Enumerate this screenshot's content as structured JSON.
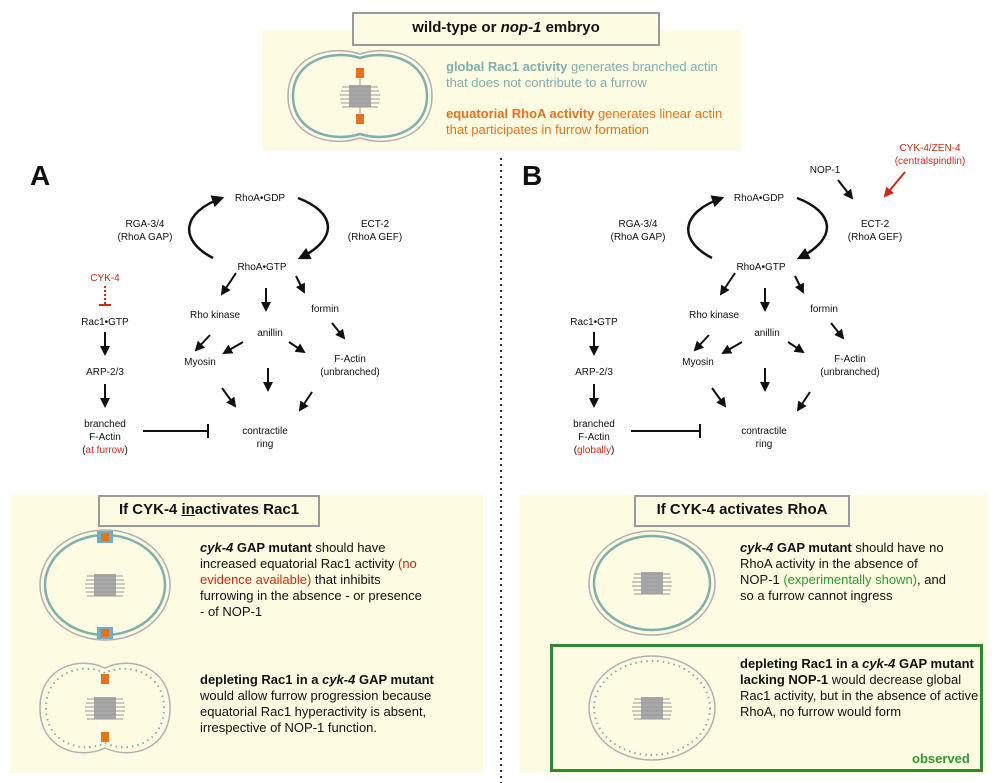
{
  "top": {
    "title_pre": "wild-type or ",
    "title_gene": "nop-1",
    "title_post": " embryo",
    "rac_bold": "global Rac1 activity",
    "rac_rest": " generates branched actin that does not contribute to a furrow",
    "rho_bold": "equatorial RhoA activity",
    "rho_rest": " generates linear actin that participates in furrow formation"
  },
  "panelA": {
    "letter": "A",
    "rhoa_gdp": "RhoA•GDP",
    "rhoa_gtp": "RhoA•GTP",
    "gap_name": "RGA-3/4",
    "gap_sub": "(RhoA GAP)",
    "gef_name": "ECT-2",
    "gef_sub": "(RhoA GEF)",
    "cyk4": "CYK-4",
    "rac1gtp": "Rac1•GTP",
    "arp": "ARP-2/3",
    "branched1": "branched",
    "branched2": "F-Actin",
    "branched_open": "(",
    "branched_loc": "at furrow",
    "branched_close": ")",
    "rho_kinase": "Rho kinase",
    "anillin": "anillin",
    "formin": "formin",
    "myosin": "Myosin",
    "factin1": "F-Actin",
    "factin2": "(unbranched)",
    "ring1": "contractile",
    "ring2": "ring"
  },
  "panelB": {
    "letter": "B",
    "nop1": "NOP-1",
    "cyk4zen": "CYK-4/ZEN-4",
    "centralspindlin": "(centralspindlin)",
    "rhoa_gdp": "RhoA•GDP",
    "rhoa_gtp": "RhoA•GTP",
    "gap_name": "RGA-3/4",
    "gap_sub": "(RhoA GAP)",
    "gef_name": "ECT-2",
    "gef_sub": "(RhoA GEF)",
    "rac1gtp": "Rac1•GTP",
    "arp": "ARP-2/3",
    "branched1": "branched",
    "branched2": "F-Actin",
    "branched_open": "(",
    "branched_loc": "globally",
    "branched_close": ")",
    "rho_kinase": "Rho kinase",
    "anillin": "anillin",
    "formin": "formin",
    "myosin": "Myosin",
    "factin1": "F-Actin",
    "factin2": "(unbranched)",
    "ring1": "contractile",
    "ring2": "ring"
  },
  "bottomA": {
    "title_pre": "If CYK-4 ",
    "title_u": "in",
    "title_post": "activates Rac1",
    "t1_gene": "cyk-4",
    "t1_bold": " GAP mutant",
    "t1_a": " should have increased equatorial Rac1 activity ",
    "t1_red": "(no evidence available)",
    "t1_b": " that inhibits furrowing in the absence - or presence - of NOP-1",
    "t2_bold_a": "depleting Rac1 in a ",
    "t2_gene": "cyk-4",
    "t2_bold_b": " GAP mutant",
    "t2_rest": " would allow furrow progression because equatorial Rac1 hyperactivity is absent, irrespective of NOP-1 function."
  },
  "bottomB": {
    "title": "If CYK-4 activates RhoA",
    "t1_gene": "cyk-4",
    "t1_bold": " GAP mutant",
    "t1_a": " should have no RhoA activity in the absence of NOP-1 ",
    "t1_green": "(experimentally shown)",
    "t1_b": ", and so a furrow cannot ingress",
    "t2_bold_a": "depleting Rac1 in a ",
    "t2_gene": "cyk-4",
    "t2_bold_b": " GAP mutant lacking NOP-1",
    "t2_rest": " would decrease global Rac1 activity, but in the absence of active RhoA, no furrow would form",
    "observed": "observed"
  },
  "colors": {
    "panel_bg": "#fdfbe2",
    "teal": "#7fb0ae",
    "orange": "#e6721d",
    "red": "#cc2a12",
    "green": "#2f9a2f",
    "gray_border": "#9a9a9a"
  }
}
